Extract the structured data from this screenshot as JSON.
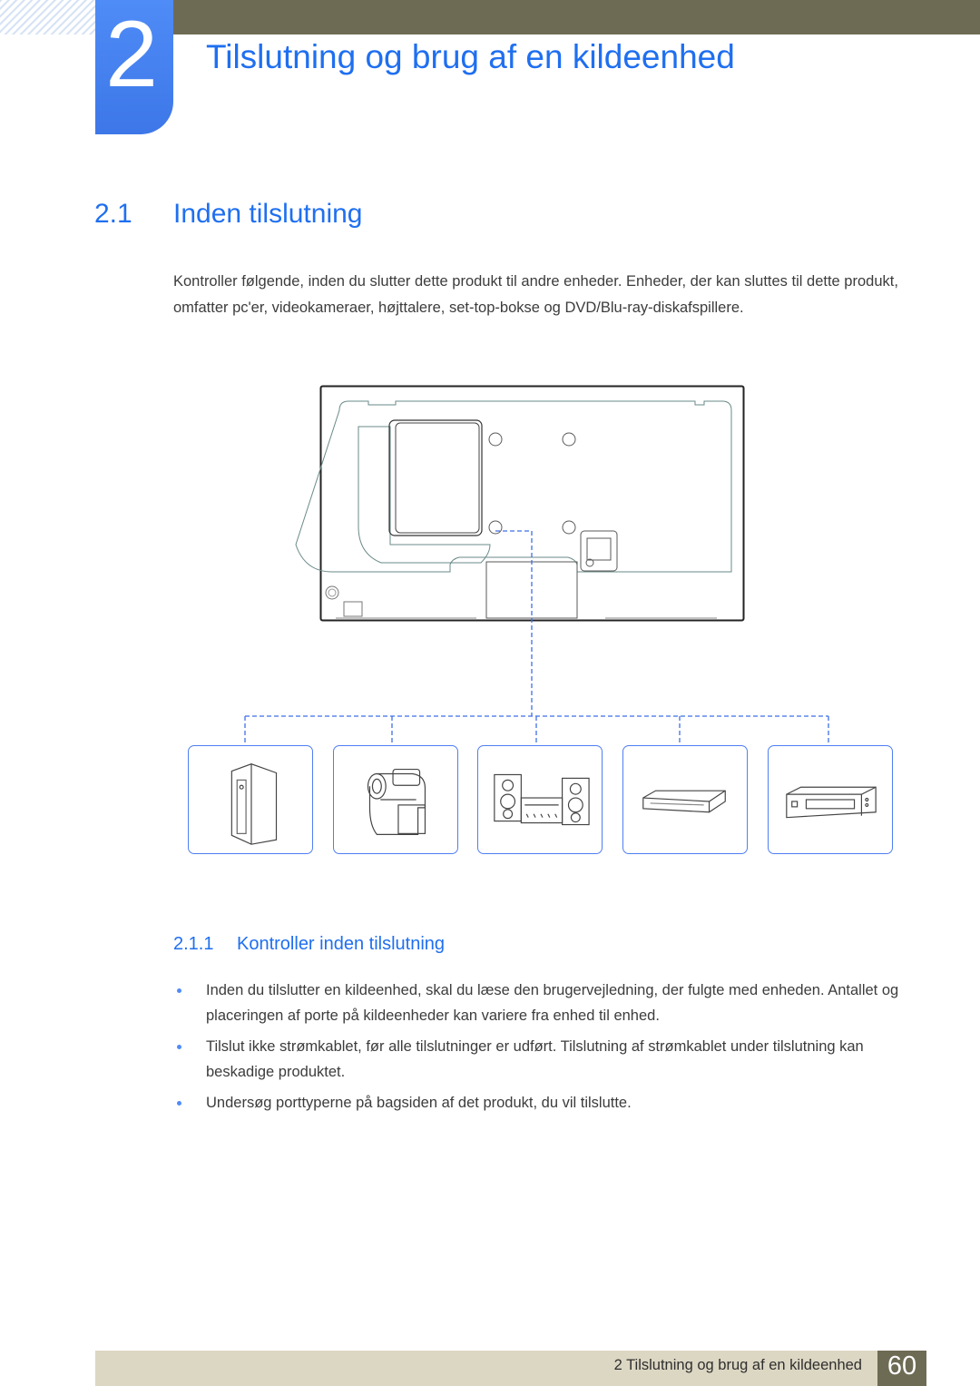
{
  "header": {
    "chapter_number": "2",
    "chapter_title": "Tilslutning og brug af en kildeenhed"
  },
  "section": {
    "number": "2.1",
    "title": "Inden tilslutning",
    "intro": "Kontroller følgende, inden du slutter dette produkt til andre enheder. Enheder, der kan sluttes til dette produkt, omfatter pc'er, videokameraer, højttalere, set-top-bokse og DVD/Blu-ray-diskafspillere."
  },
  "diagram": {
    "devices": [
      {
        "icon": "pc-tower-icon"
      },
      {
        "icon": "video-camera-icon"
      },
      {
        "icon": "speaker-system-icon"
      },
      {
        "icon": "set-top-box-icon"
      },
      {
        "icon": "dvd-player-icon"
      }
    ],
    "colors": {
      "line": "#3f6fe6",
      "box_border": "#4f7ef2"
    }
  },
  "subsection": {
    "number": "2.1.1",
    "title": "Kontroller inden tilslutning",
    "bullets": [
      "Inden du tilslutter en kildeenhed, skal du læse den brugervejledning, der fulgte med enheden. Antallet og placeringen af porte på kildeenheder kan variere fra enhed til enhed.",
      "Tilslut ikke strømkablet, før alle tilslutninger er udført. Tilslutning af strømkablet under tilslutning kan beskadige produktet.",
      "Undersøg porttyperne på bagsiden af det produkt, du vil tilslutte."
    ]
  },
  "footer": {
    "text": "2 Tilslutning og brug af en kildeenhed",
    "page": "60"
  },
  "colors": {
    "accent": "#1f6ff0",
    "header_bar": "#6e6b55",
    "footer_bar": "#dcd7c3"
  }
}
